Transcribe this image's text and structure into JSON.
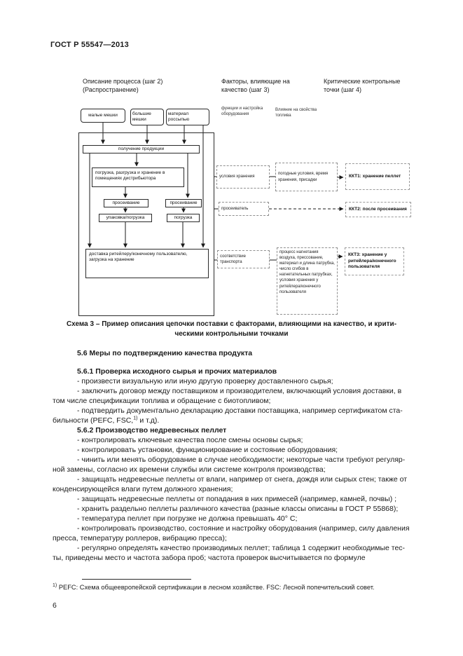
{
  "page": {
    "header": "ГОСТ Р 55547—2013",
    "page_number": "6"
  },
  "diagram": {
    "columns": {
      "col1": "Описание процесса (шаг 2)\n(Распространение)",
      "col2": "Факторы, влияющие на\nкачество (шаг 3)",
      "col3": "Критические контрольные\nточки (шаг 4)"
    },
    "inputs": {
      "small_bags": "малые мешки",
      "big_bags": "большие\nмешки",
      "bulk": "материал\nроссыпью"
    },
    "process": {
      "receive": "получение продукции",
      "load_store": "погрузка, разгрузка и хранение в помещениях дистрибьютора",
      "sieve_left": "просеивание",
      "pack_load": "упаковка/погрузка",
      "sieve_right": "просеивание",
      "load": "погрузка",
      "delivery": "доставка ритейлеру/конечному пользователю, загрузка на хранение"
    },
    "factor_labels": {
      "equipment": "функции и настройка\nоборудования",
      "fuel": "Влияние на свойства\nтоплива"
    },
    "factors": {
      "storage_conditions": "условия хранения",
      "weather": "погодные условия, время хранения, присадки",
      "sieve_device": "просеиватель",
      "transport": "соответствие\nтранспорта",
      "process_detail": "процесс нагнетания воздуха, прессование, материал и длина патрубка, число сгибов в нагнетательных патрубках, условия хранения у ритейлера/конечного пользователя"
    },
    "ccp": {
      "ccp1": "ККТ1: хранение пеллет",
      "ccp2": "ККТ2: после просеивания",
      "ccp3": "ККТ3: хранение у ритейлера/конечного пользователя"
    },
    "caption": "Схема 3 – Пример описания цепочки поставки с факторами, влияющими на качество, и крити-\nческими контрольными точками"
  },
  "body": {
    "paragraphs": [
      {
        "type": "heading",
        "segments": [
          {
            "text": "5.6 Меры по подтверждению качества продукта"
          }
        ]
      },
      {
        "type": "heading",
        "gap": true,
        "segments": [
          {
            "text": "5.6.1 Проверка исходного сырья и прочих материалов"
          }
        ]
      },
      {
        "type": "item",
        "segments": [
          {
            "text": "- произвести визуальную или иную другую проверку доставленного сырья;"
          }
        ]
      },
      {
        "type": "item",
        "segments": [
          {
            "text": "- заключить договор между поставщиком и производителем, включающий условия доставки, в\nтом числе спецификации топлива и обращение с биотопливом;"
          }
        ]
      },
      {
        "type": "item",
        "segments": [
          {
            "text": "- подтвердить документально декларацию доставки поставщика, например сертификатом ста-\nбильности (PEFC, FSC,"
          },
          {
            "text": "1)",
            "sup": true
          },
          {
            "text": " и т.д)."
          }
        ]
      },
      {
        "type": "heading",
        "segments": [
          {
            "text": "5.6.2 Производство недревесных пеллет"
          }
        ]
      },
      {
        "type": "item",
        "segments": [
          {
            "text": "- контролировать ключевые качества после смены основы сырья;"
          }
        ]
      },
      {
        "type": "item",
        "segments": [
          {
            "text": "- контролировать установки, функционирование и состояние оборудования;"
          }
        ]
      },
      {
        "type": "item",
        "segments": [
          {
            "text": "- чинить или менять оборудование в случае необходимости; некоторые части требуют регуляр-\nной замены, согласно их времени службы или системе контроля производства;"
          }
        ]
      },
      {
        "type": "item",
        "segments": [
          {
            "text": "- защищать недревесные пеллеты от влаги, например от снега, дождя или сырых стен; также от\nконденсирующейся влаги путем должного хранения;"
          }
        ]
      },
      {
        "type": "item",
        "segments": [
          {
            "text": "- защищать недревесные пеллеты от попадания в них примесей (например, камней, почвы) ;"
          }
        ]
      },
      {
        "type": "item",
        "segments": [
          {
            "text": "- хранить раздельно пеллеты различного качества (разные классы описаны в ГОСТ Р 55868);"
          }
        ]
      },
      {
        "type": "item",
        "segments": [
          {
            "text": "- температура пеллет при погрузке не должна превышать 40° С;"
          }
        ]
      },
      {
        "type": "item",
        "segments": [
          {
            "text": "- контролировать производство, состояние и настройку оборудования (например, силу давления\nпресса, температуру роллеров, вибрацию пресса);"
          }
        ]
      },
      {
        "type": "item",
        "segments": [
          {
            "text": "- регулярно определять качество производимых пеллет; таблица 1 содержит необходимые тес-\nты, приведены место и частота забора проб; частота проверок высчитывается по формуле"
          }
        ]
      }
    ]
  },
  "footnote": {
    "marker": "1)",
    "text": " PEFC: Схема общеевропейской сертификации в лесном хозяйстве. FSC: Лесной попечительский совет."
  }
}
